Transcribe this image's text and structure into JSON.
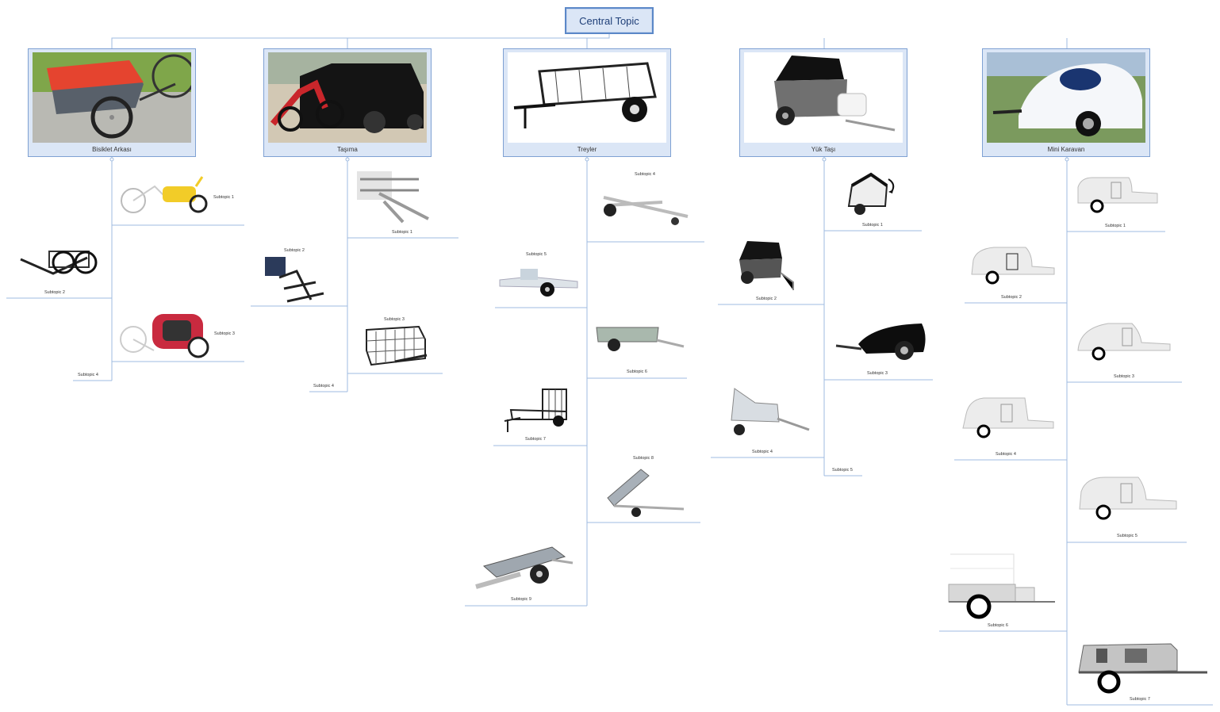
{
  "central": "Central Topic",
  "mains": [
    {
      "label": "Bisiklet Arkası",
      "subs": [
        "Subtopic 1",
        "Subtopic 2",
        "Subtopic 3",
        "Subtopic 4"
      ]
    },
    {
      "label": "Taşıma",
      "subs": [
        "Subtopic 1",
        "Subtopic 2",
        "Subtopic 3",
        "Subtopic 4"
      ]
    },
    {
      "label": "Treyler",
      "subs": [
        "Subtopic 4",
        "Subtopic 5",
        "Subtopic 6",
        "Subtopic 7",
        "Subtopic 8",
        "Subtopic 9"
      ]
    },
    {
      "label": "Yük Taşı",
      "subs": [
        "Subtopic 1",
        "Subtopic 2",
        "Subtopic 3",
        "Subtopic 4",
        "Subtopic 5"
      ]
    },
    {
      "label": "Mini Karavan",
      "subs": [
        "Subtopic 1",
        "Subtopic 2",
        "Subtopic 3",
        "Subtopic 4",
        "Subtopic 5",
        "Subtopic 6",
        "Subtopic 7"
      ]
    }
  ]
}
